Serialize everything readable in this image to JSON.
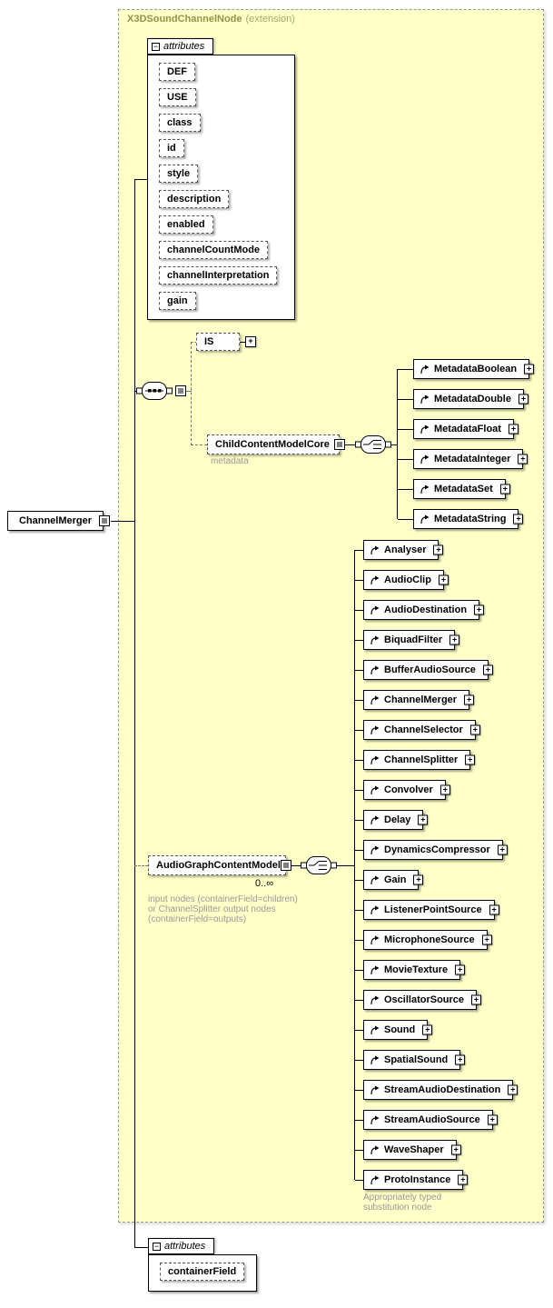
{
  "frame": {
    "title": "X3DSoundChannelNode",
    "subtitle": "(extension)"
  },
  "root_element": {
    "label": "ChannelMerger"
  },
  "attributes_panel_top": {
    "header": "attributes",
    "items": [
      "DEF",
      "USE",
      "class",
      "id",
      "style",
      "description",
      "enabled",
      "channelCountMode",
      "channelInterpretation",
      "gain"
    ]
  },
  "is_element": {
    "label": "IS"
  },
  "child_content_model": {
    "label": "ChildContentModelCore",
    "annotation": "metadata"
  },
  "metadata_elements": {
    "items": [
      "MetadataBoolean",
      "MetadataDouble",
      "MetadataFloat",
      "MetadataInteger",
      "MetadataSet",
      "MetadataString"
    ]
  },
  "audio_graph_content_model": {
    "label": "AudioGraphContentModel",
    "cardinality": "0..∞",
    "note_lines": [
      "input nodes (containerField=children)",
      "or ChannelSplitter output nodes",
      "(containerField=outputs)"
    ]
  },
  "audio_elements": {
    "items": [
      "Analyser",
      "AudioClip",
      "AudioDestination",
      "BiquadFilter",
      "BufferAudioSource",
      "ChannelMerger",
      "ChannelSelector",
      "ChannelSplitter",
      "Convolver",
      "Delay",
      "DynamicsCompressor",
      "Gain",
      "ListenerPointSource",
      "MicrophoneSource",
      "MovieTexture",
      "OscillatorSource",
      "Sound",
      "SpatialSound",
      "StreamAudioDestination",
      "StreamAudioSource",
      "WaveShaper",
      "ProtoInstance"
    ],
    "note_lines": [
      "Appropriately typed",
      "substitution node"
    ]
  },
  "attributes_panel_bottom": {
    "header": "attributes",
    "items": [
      "containerField"
    ]
  },
  "icons": {
    "expand": "+",
    "collapse": "−"
  },
  "colors": {
    "frame_background": "#FFFFC8",
    "frame_border": "#999999",
    "frame_title": "#93934A",
    "annotation_text": "#999999",
    "box_border": "#000000"
  }
}
